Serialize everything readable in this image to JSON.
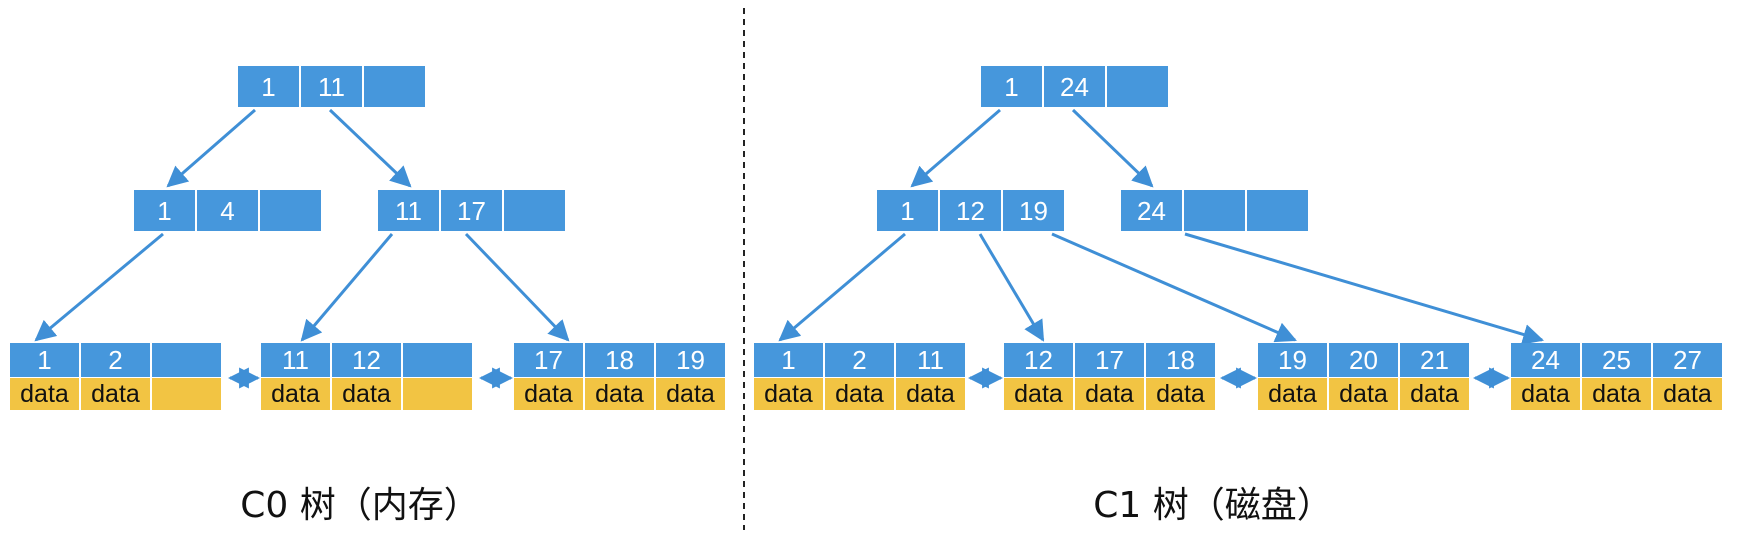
{
  "colors": {
    "key": "#4697dc",
    "data": "#f2c443",
    "arrow": "#3f8fd6",
    "divider": "#222222"
  },
  "c0": {
    "caption": "C0 树（内存）",
    "root": [
      "1",
      "11",
      ""
    ],
    "internal": [
      [
        "1",
        "4",
        ""
      ],
      [
        "11",
        "17",
        ""
      ]
    ],
    "leaves": [
      {
        "keys": [
          "1",
          "2",
          ""
        ],
        "data": [
          "data",
          "data",
          ""
        ]
      },
      {
        "keys": [
          "11",
          "12",
          ""
        ],
        "data": [
          "data",
          "data",
          ""
        ]
      },
      {
        "keys": [
          "17",
          "18",
          "19"
        ],
        "data": [
          "data",
          "data",
          "data"
        ]
      }
    ]
  },
  "c1": {
    "caption": "C1 树（磁盘）",
    "root": [
      "1",
      "24",
      ""
    ],
    "internal": [
      [
        "1",
        "12",
        "19"
      ],
      [
        "24",
        "",
        ""
      ]
    ],
    "leaves": [
      {
        "keys": [
          "1",
          "2",
          "11"
        ],
        "data": [
          "data",
          "data",
          "data"
        ]
      },
      {
        "keys": [
          "12",
          "17",
          "18"
        ],
        "data": [
          "data",
          "data",
          "data"
        ]
      },
      {
        "keys": [
          "19",
          "20",
          "21"
        ],
        "data": [
          "data",
          "data",
          "data"
        ]
      },
      {
        "keys": [
          "24",
          "25",
          "27"
        ],
        "data": [
          "data",
          "data",
          "data"
        ]
      }
    ]
  }
}
